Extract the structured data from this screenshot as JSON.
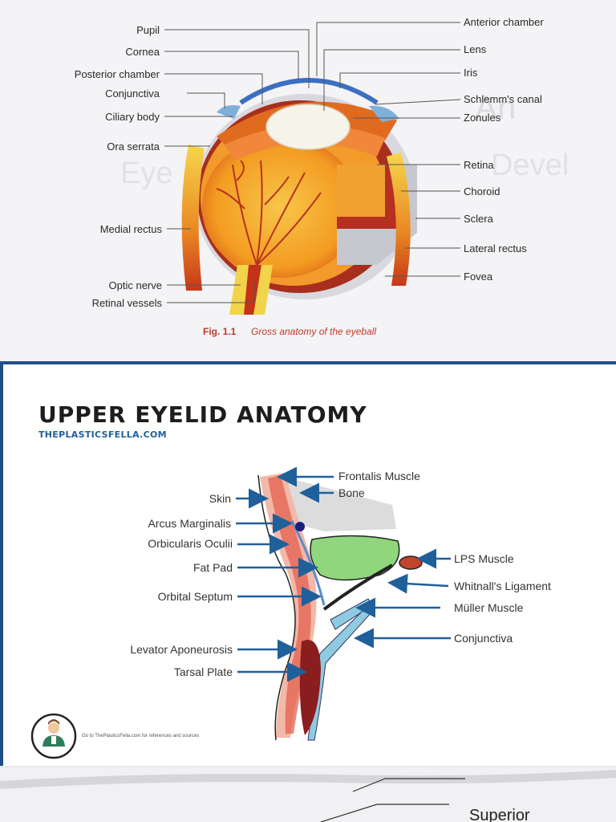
{
  "eye_figure": {
    "labels_left": [
      "Pupil",
      "Cornea",
      "Posterior chamber",
      "Conjunctiva",
      "Ciliary body",
      "Ora serrata",
      "Medial rectus",
      "Optic nerve",
      "Retinal vessels"
    ],
    "labels_right": [
      "Anterior chamber",
      "Lens",
      "Iris",
      "Schlemm's canal",
      "Zonules",
      "Retina",
      "Choroid",
      "Sclera",
      "Lateral rectus",
      "Fovea"
    ],
    "caption_prefix": "Fig. 1.1",
    "caption_text": "Gross anatomy of the eyeball",
    "caption_color": "#c0392b"
  },
  "eyelid_figure": {
    "title": "UPPER EYELID ANATOMY",
    "site": "THEPLASTICSFELLA.COM",
    "labels_left": [
      "Skin",
      "Arcus Marginalis",
      "Orbicularis Oculii",
      "Fat Pad",
      "Orbital Septum",
      "Levator Aponeurosis",
      "Tarsal Plate"
    ],
    "labels_right": [
      "Frontalis Muscle",
      "Bone",
      "LPS Muscle",
      "Whitnall's Ligament",
      "Müller Muscle",
      "Conjunctiva"
    ],
    "footer": "Go to ThePlasticsFella.com for references and sources",
    "arrow_color": "#1f5f9a",
    "icon": "doctor-avatar-icon"
  },
  "bottom_strip": {
    "partial_label": "Superior"
  }
}
